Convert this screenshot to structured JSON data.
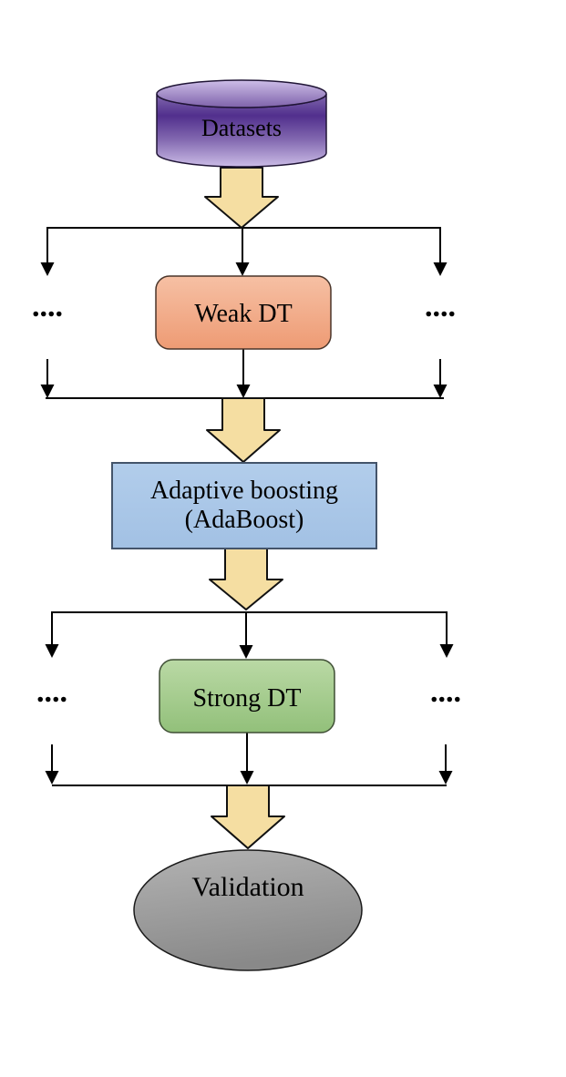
{
  "figure": {
    "background": "#FFFFFF",
    "line_color": "#000000",
    "text_color": "#000000",
    "ellipsis": "....",
    "flow_arrow": {
      "fill": "#F5DEA2",
      "stroke": "#111111"
    },
    "nodes": {
      "datasets": {
        "label": "Datasets",
        "top_light": "#CDBEE8",
        "top_dark": "#7E62AA",
        "body_top": "#8269AE",
        "body_dark": "#512F8D",
        "body_mid": "#8167AF",
        "body_bottom": "#CBBCE6",
        "stroke": "#201536"
      },
      "weak_dt": {
        "label": "Weak DT",
        "fill_top": "#F6C0A4",
        "fill_bottom": "#EE9B74",
        "stroke": "#4A352A"
      },
      "adaboost": {
        "label_line1": "Adaptive boosting",
        "label_line2": "(AdaBoost)",
        "fill_top": "#B2CDEB",
        "fill_bottom": "#A2C1E4",
        "stroke": "#44546A"
      },
      "strong_dt": {
        "label": "Strong DT",
        "fill_top": "#BAD9A5",
        "fill_bottom": "#92C07A",
        "stroke": "#3E4E34"
      },
      "validation": {
        "label": "Validation",
        "fill_top": "#B3B3B3",
        "fill_bottom": "#898989",
        "stroke": "#1A1A1A"
      }
    }
  }
}
